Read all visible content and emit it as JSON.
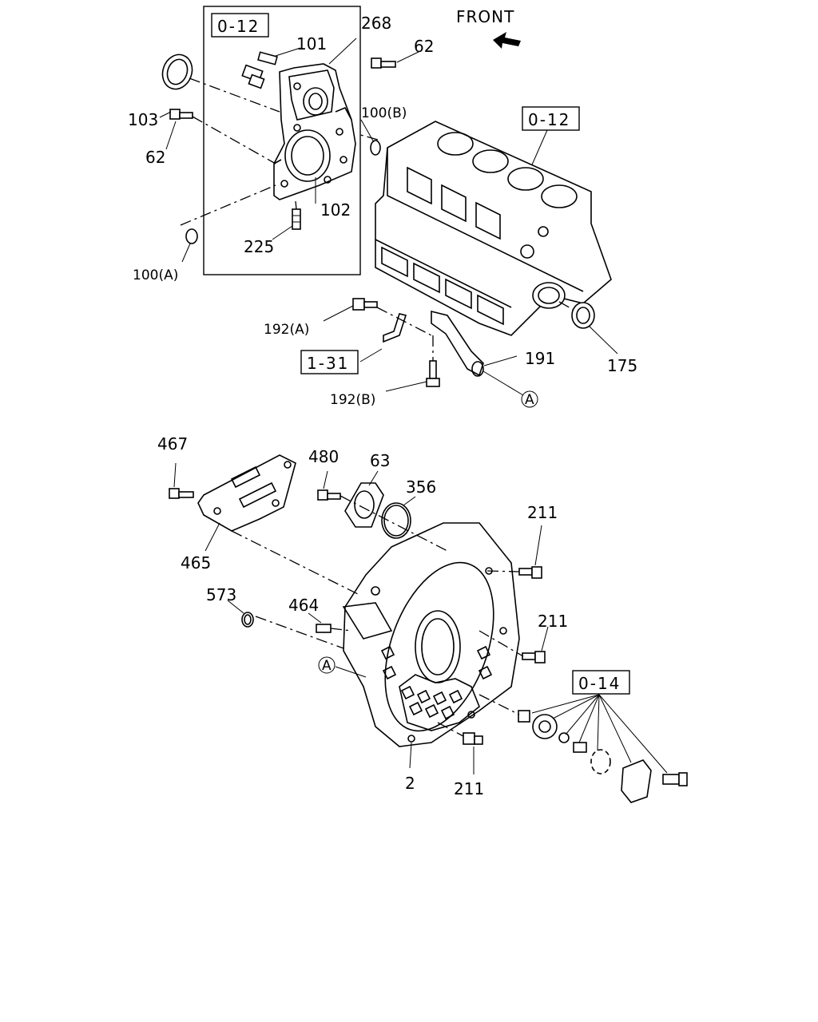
{
  "orientation_label": "FRONT",
  "refs": {
    "r012_top": "0-12",
    "r012_block": "0-12",
    "r131": "1-31",
    "r014": "0-14"
  },
  "callouts": {
    "c268": "268",
    "c101": "101",
    "c62a": "62",
    "c103": "103",
    "c62b": "62",
    "c100b": "100(B)",
    "c102": "102",
    "c225": "225",
    "c100a": "100(A)",
    "c192a": "192(A)",
    "c191": "191",
    "c175": "175",
    "c192b": "192(B)",
    "cA1": "A",
    "c467": "467",
    "c480": "480",
    "c63": "63",
    "c356": "356",
    "c211a": "211",
    "c465": "465",
    "c573": "573",
    "c464": "464",
    "c211b": "211",
    "cA2": "A",
    "c211c": "211",
    "c2": "2"
  },
  "icons": {
    "front_arrow": "front-direction-arrow"
  }
}
